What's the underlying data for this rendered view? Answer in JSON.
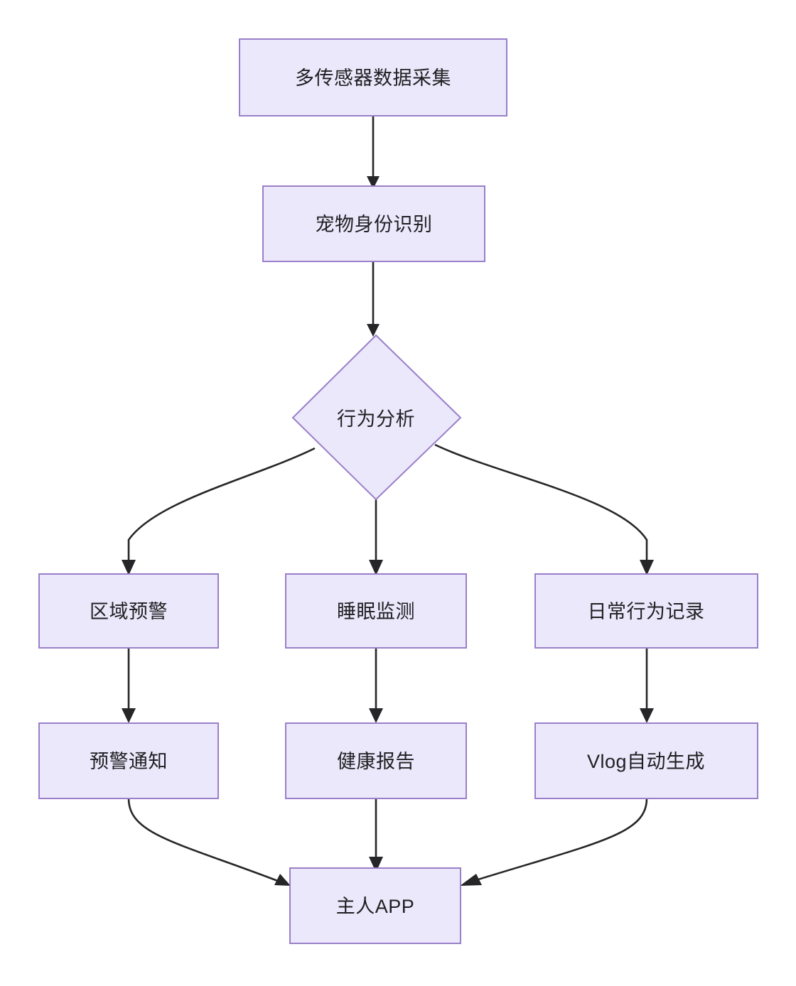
{
  "diagram": {
    "type": "flowchart",
    "direction": "top-to-bottom",
    "background_color": "#ffffff",
    "node_fill_color": "#ebe8fb",
    "node_border_color": "#9a7fc9",
    "edge_color": "#262629",
    "text_color": "#1f1f22",
    "nodes": [
      {
        "id": "n1",
        "label": "多传感器数据采集",
        "shape": "rectangle"
      },
      {
        "id": "n2",
        "label": "宠物身份识别",
        "shape": "rectangle"
      },
      {
        "id": "n3",
        "label": "行为分析",
        "shape": "diamond"
      },
      {
        "id": "n4",
        "label": "区域预警",
        "shape": "rectangle"
      },
      {
        "id": "n5",
        "label": "睡眠监测",
        "shape": "rectangle"
      },
      {
        "id": "n6",
        "label": "日常行为记录",
        "shape": "rectangle"
      },
      {
        "id": "n7",
        "label": "预警通知",
        "shape": "rectangle"
      },
      {
        "id": "n8",
        "label": "健康报告",
        "shape": "rectangle"
      },
      {
        "id": "n9",
        "label": "Vlog自动生成",
        "shape": "rectangle"
      },
      {
        "id": "n10",
        "label": "主人APP",
        "shape": "rectangle"
      }
    ],
    "edges": [
      {
        "from": "n1",
        "to": "n2",
        "style": "straight-arrow"
      },
      {
        "from": "n2",
        "to": "n3",
        "style": "straight-arrow"
      },
      {
        "from": "n3",
        "to": "n4",
        "style": "curved-arrow"
      },
      {
        "from": "n3",
        "to": "n5",
        "style": "straight-arrow"
      },
      {
        "from": "n3",
        "to": "n6",
        "style": "curved-arrow"
      },
      {
        "from": "n4",
        "to": "n7",
        "style": "straight-arrow"
      },
      {
        "from": "n5",
        "to": "n8",
        "style": "straight-arrow"
      },
      {
        "from": "n6",
        "to": "n9",
        "style": "straight-arrow"
      },
      {
        "from": "n7",
        "to": "n10",
        "style": "curved-arrow"
      },
      {
        "from": "n8",
        "to": "n10",
        "style": "straight-arrow"
      },
      {
        "from": "n9",
        "to": "n10",
        "style": "curved-arrow"
      }
    ]
  }
}
